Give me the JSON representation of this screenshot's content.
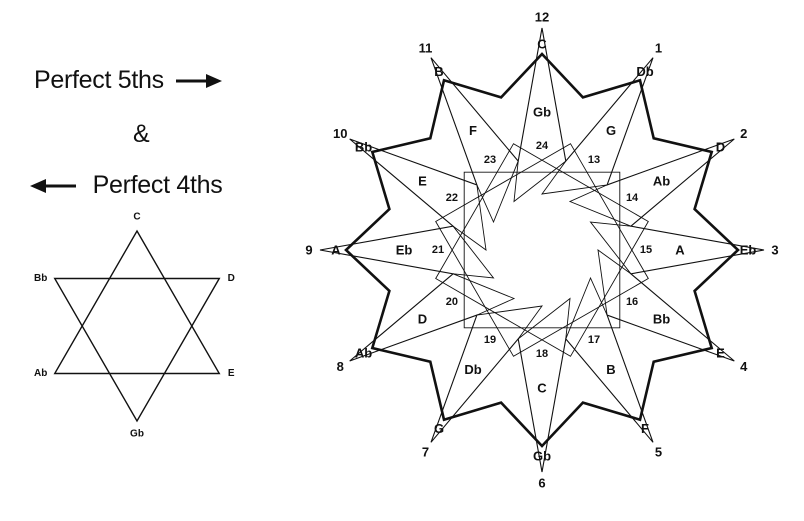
{
  "captions": {
    "fifths": "Perfect 5ths",
    "amp": "&",
    "fourths": "Perfect 4ths"
  },
  "small_hexagram": {
    "triangle_up": [
      "C",
      "E",
      "Ab"
    ],
    "triangle_down": [
      "Bb",
      "D",
      "Gb"
    ],
    "labels": [
      "C",
      "D",
      "E",
      "Gb",
      "Ab",
      "Bb"
    ]
  },
  "big_diagram": {
    "outer_numbers": [
      "12",
      "1",
      "2",
      "3",
      "4",
      "5",
      "6",
      "7",
      "8",
      "9",
      "10",
      "11"
    ],
    "outer_notes": [
      "C",
      "Db",
      "D",
      "Eb",
      "E",
      "F",
      "Gb",
      "G",
      "Ab",
      "A",
      "Bb",
      "B"
    ],
    "inner_notes": [
      "Gb",
      "G",
      "Ab",
      "A",
      "Bb",
      "B",
      "C",
      "Db",
      "D",
      "Eb",
      "E",
      "F"
    ],
    "inner_numbers": [
      "24",
      "13",
      "14",
      "15",
      "16",
      "17",
      "18",
      "19",
      "20",
      "21",
      "22",
      "23"
    ]
  },
  "colors": {
    "line": "#111111",
    "background": "#ffffff"
  }
}
